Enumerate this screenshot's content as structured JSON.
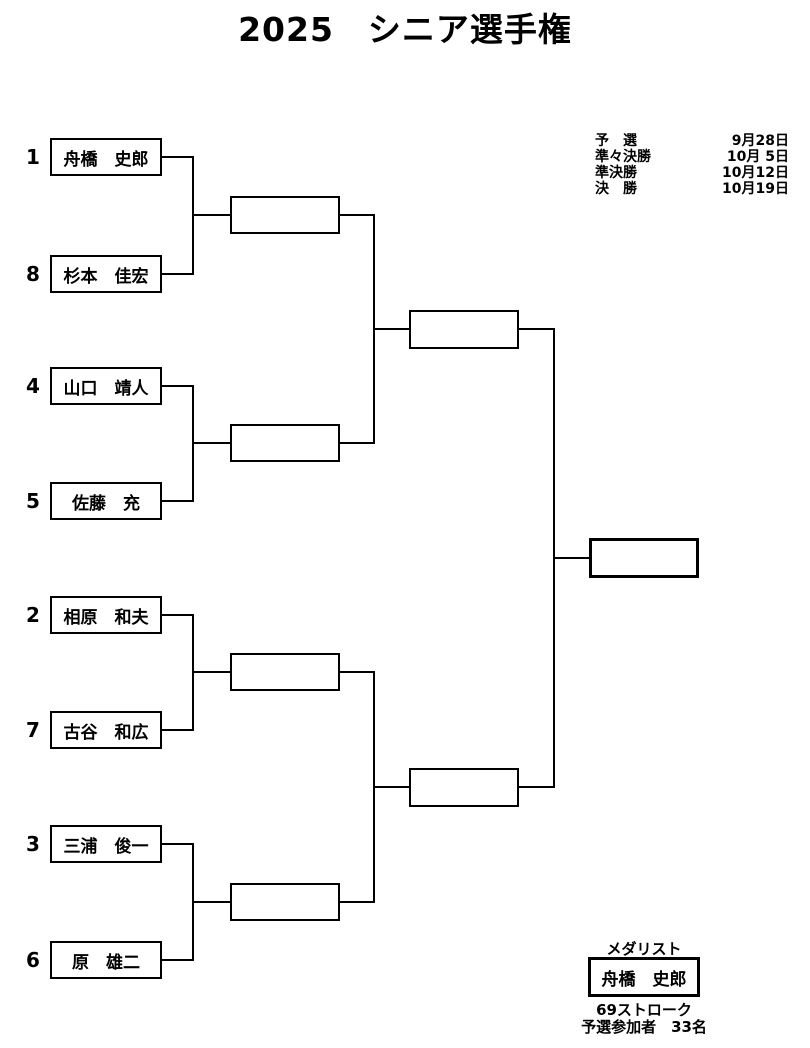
{
  "title": "2025　シニア選手権",
  "schedule": {
    "rows": [
      {
        "label": "予　選",
        "date": "9月28日"
      },
      {
        "label": "準々決勝",
        "date": "10月 5日"
      },
      {
        "label": "準決勝",
        "date": "10月12日"
      },
      {
        "label": "決　勝",
        "date": "10月19日"
      }
    ]
  },
  "bracket": {
    "players": [
      {
        "seed": "1",
        "name": "舟橋　史郎"
      },
      {
        "seed": "8",
        "name": "杉本　佳宏"
      },
      {
        "seed": "4",
        "name": "山口　靖人"
      },
      {
        "seed": "5",
        "name": "佐藤　充"
      },
      {
        "seed": "2",
        "name": "相原　和夫"
      },
      {
        "seed": "7",
        "name": "古谷　和広"
      },
      {
        "seed": "3",
        "name": "三浦　俊一"
      },
      {
        "seed": "6",
        "name": "原　雄二"
      }
    ]
  },
  "medalist": {
    "label": "メダリスト",
    "name": "舟橋　史郎",
    "score": "69ストローク",
    "participants": "予選参加者　33名"
  }
}
